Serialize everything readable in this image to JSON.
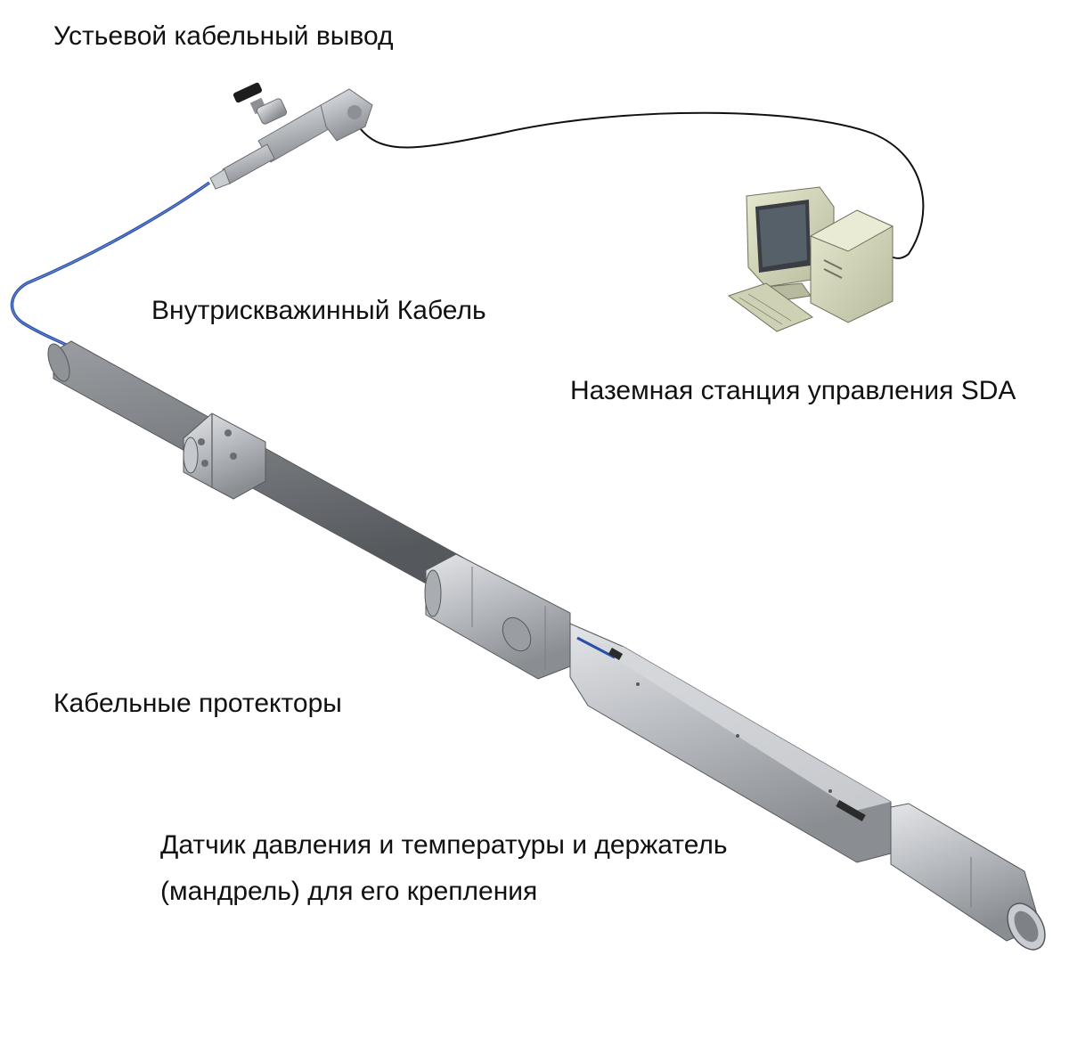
{
  "labels": {
    "wellhead": "Устьевой кабельный вывод",
    "downhole_cable": "Внутрискважинный Кабель",
    "surface_station": "Наземная станция управления SDA",
    "cable_protectors": "Кабельные протекторы",
    "gauge_line1": "Датчик давления и температуры и держатель",
    "gauge_line2": "(мандрель) для его крепления"
  },
  "colors": {
    "cable": "#2a4fa8",
    "pipe": "#7c7f83",
    "metal": "#b9bcc0",
    "computer": "#d9dbc0",
    "wire": "#111111"
  }
}
